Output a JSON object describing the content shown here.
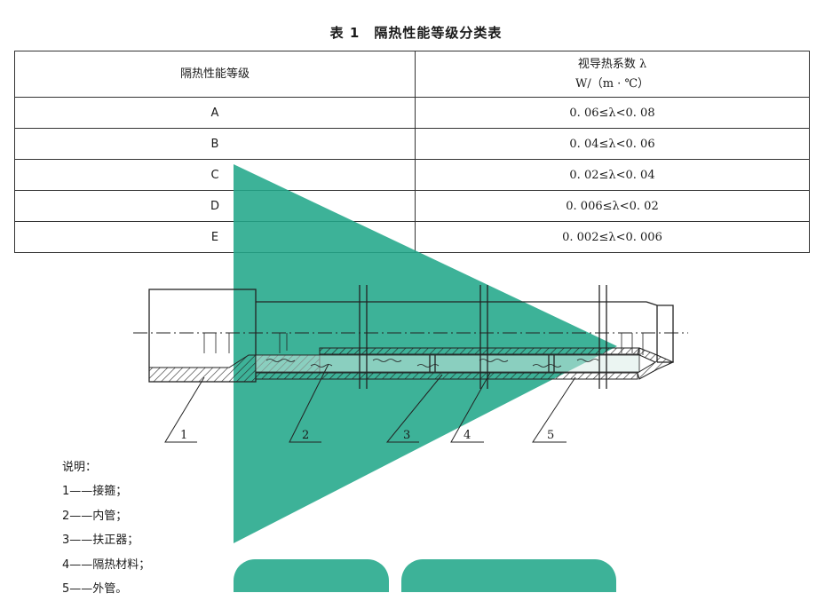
{
  "table": {
    "title": "表 1　隔热性能等级分类表",
    "header": {
      "grade": "隔热性能等级",
      "lambda_line1": "视导热系数 λ",
      "lambda_line2": "W/（m · ℃）"
    },
    "rows": [
      {
        "grade": "A",
        "range": "0. 06≤λ<0. 08"
      },
      {
        "grade": "B",
        "range": "0. 04≤λ<0. 06"
      },
      {
        "grade": "C",
        "range": "0. 02≤λ<0. 04"
      },
      {
        "grade": "D",
        "range": "0. 006≤λ<0. 02"
      },
      {
        "grade": "E",
        "range": "0. 002≤λ<0. 006"
      }
    ]
  },
  "figure": {
    "callouts": [
      "1",
      "2",
      "3",
      "4",
      "5"
    ]
  },
  "legend": {
    "heading": "说明：",
    "items": [
      "1——接箍；",
      "2——内管；",
      "3——扶正器；",
      "4——隔热材料；",
      "5——外管。"
    ]
  },
  "colors": {
    "watermark": "#22a78a",
    "line": "#222222"
  }
}
